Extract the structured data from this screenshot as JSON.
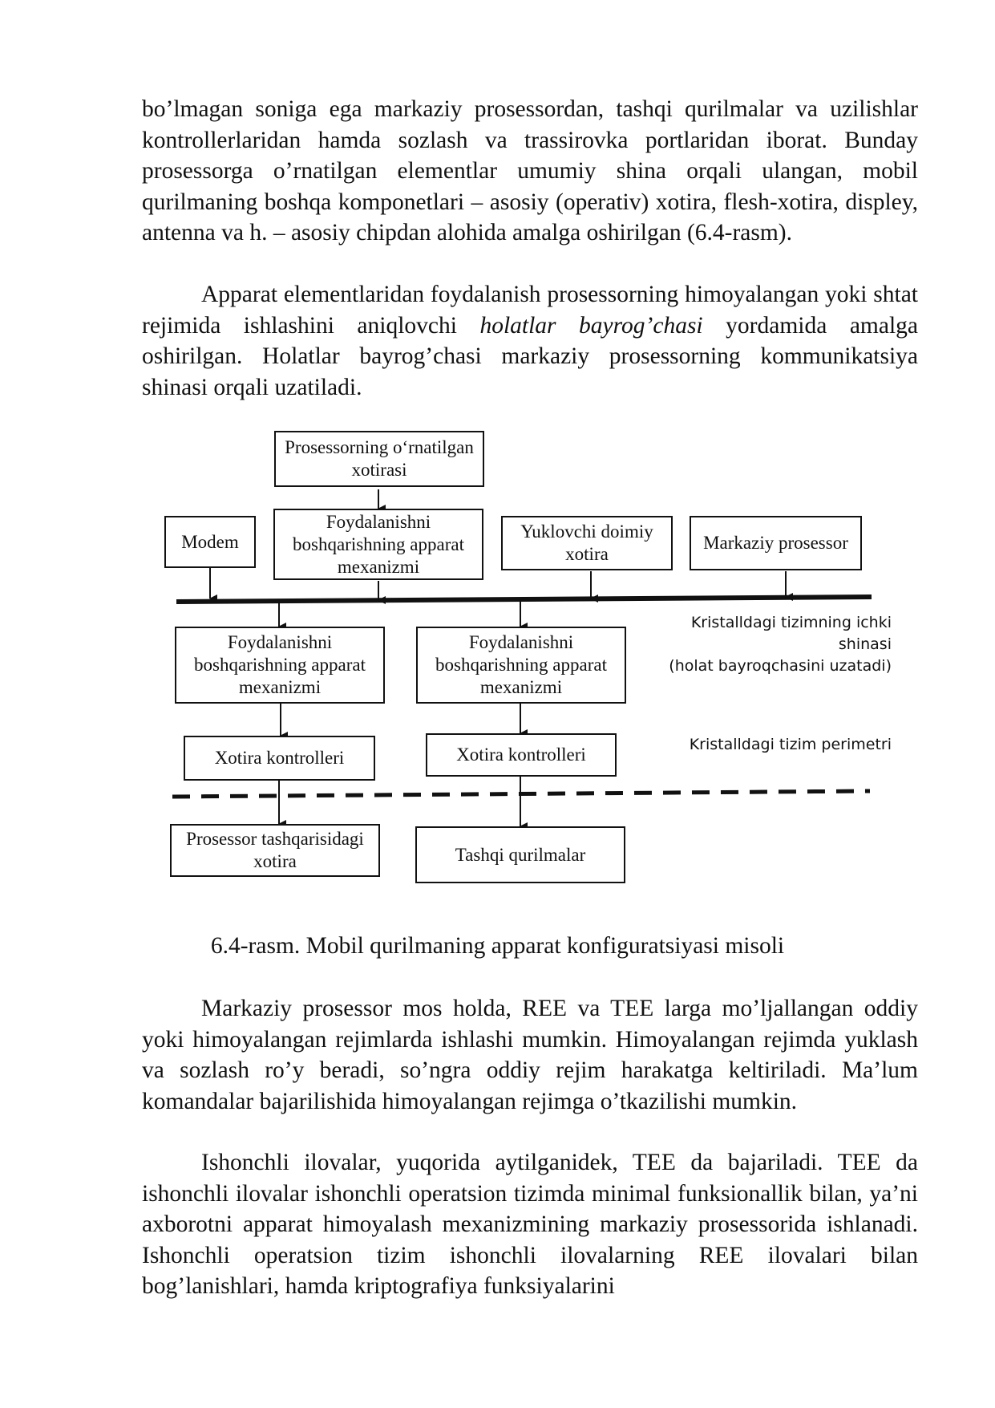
{
  "paragraphs": {
    "p1": "bo’lmagan soniga ega markaziy prosessordan, tashqi qurilmalar va uzilishlar kontrollerlaridan hamda sozlash va trassirovka portlaridan iborat. Bunday prosessorga o’rnatilgan elementlar umumiy shina orqali ulangan, mobil qurilmaning boshqa komponetlari – asosiy (operativ) xotira, flesh-xotira, displey, antenna va h. – asosiy chipdan alohida amalga oshirilgan (6.4-rasm).",
    "p2_before": "Apparat elementlaridan foydalanish prosessorning himoyalangan yoki shtat rejimida ishlashini aniqlovchi ",
    "p2_italic": "holatlar bayrog’chasi",
    "p2_after": " yordamida amalga oshirilgan. Holatlar bayrog’chasi markaziy prosessorning kommunikatsiya shinasi orqali uzatiladi.",
    "p3": "Markaziy prosessor mos holda, REE va TEE larga mo’ljallangan oddiy yoki himoyalangan rejimlarda ishlashi mumkin. Himoyalangan rejimda yuklash va sozlash ro’y beradi, so’ngra oddiy rejim harakatga keltiriladi. Ma’lum komandalar bajarilishida himoyalangan rejimga o’tkazilishi mumkin.",
    "p4": "Ishonchli ilovalar, yuqorida aytilganidek, TEE da bajariladi. TEE da ishonchli ilovalar ishonchli operatsion tizimda minimal funksionallik bilan, ya’ni axborotni apparat himoyalash mexanizmining markaziy prosessorida ishlanadi. Ishonchli operatsion tizim ishonchli ilovalarning REE ilovalari bilan bog’lanishlari, hamda kriptografiya funksiyalarini"
  },
  "diagram": {
    "boxes": {
      "builtin_memory": "Prosessorning o‘rnatilgan xotirasi",
      "modem": "Modem",
      "access_mechanism_top": "Foydalanishni boshqarishning apparat mexanizmi",
      "rom": "Yuklovchi doimiy xotira",
      "cpu": "Markaziy prosessor",
      "access_mechanism_left": "Foydalanishni boshqarishning apparat mexanizmi",
      "access_mechanism_right": "Foydalanishni boshqarishning apparat mexanizmi",
      "mem_controller_left": "Xotira kontrolleri",
      "mem_controller_right": "Xotira kontrolleri",
      "external_memory": "Prosessor tashqarisidagi xotira",
      "external_devices": "Tashqi qurilmalar"
    },
    "notes": {
      "bus_line1": "Kristalldagi tizimning ichki shinasi",
      "bus_line2": "(holat bayroqchasini uzatadi)",
      "perimeter": "Kristalldagi tizim perimetri"
    }
  },
  "caption": "6.4-rasm. Mobil qurilmaning apparat konfiguratsiyasi misoli"
}
